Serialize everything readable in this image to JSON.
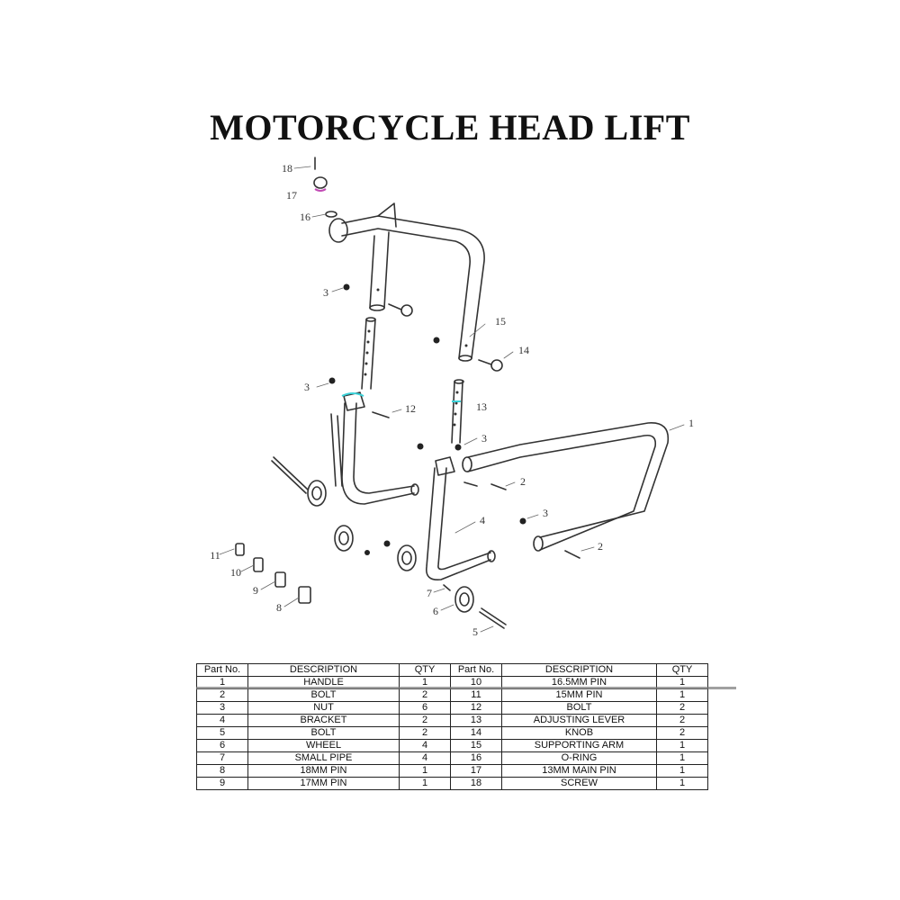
{
  "title": "MOTORCYCLE HEAD LIFT",
  "callouts": [
    "18",
    "17",
    "16",
    "3",
    "15",
    "14",
    "3",
    "12",
    "13",
    "3",
    "1",
    "2",
    "3",
    "4",
    "2",
    "11",
    "10",
    "9",
    "8",
    "7",
    "6",
    "5"
  ],
  "table": {
    "headers": [
      "Part No.",
      "DESCRIPTION",
      "QTY",
      "Part No.",
      "DESCRIPTION",
      "QTY"
    ],
    "rows": [
      [
        "1",
        "HANDLE",
        "1",
        "10",
        "16.5MM PIN",
        "1"
      ],
      [
        "2",
        "BOLT",
        "2",
        "11",
        "15MM PIN",
        "1"
      ],
      [
        "3",
        "NUT",
        "6",
        "12",
        "BOLT",
        "2"
      ],
      [
        "4",
        "BRACKET",
        "2",
        "13",
        "ADJUSTING LEVER",
        "2"
      ],
      [
        "5",
        "BOLT",
        "2",
        "14",
        "KNOB",
        "2"
      ],
      [
        "6",
        "WHEEL",
        "4",
        "15",
        "SUPPORTING ARM",
        "1"
      ],
      [
        "7",
        "SMALL PIPE",
        "4",
        "16",
        "O-RING",
        "1"
      ],
      [
        "8",
        "18MM PIN",
        "1",
        "17",
        "13MM MAIN PIN",
        "1"
      ],
      [
        "9",
        "17MM PIN",
        "1",
        "18",
        "SCREW",
        "1"
      ]
    ]
  },
  "colors": {
    "line": "#333333",
    "highlight": "#3ad1d8",
    "oring": "#c24bb5"
  }
}
